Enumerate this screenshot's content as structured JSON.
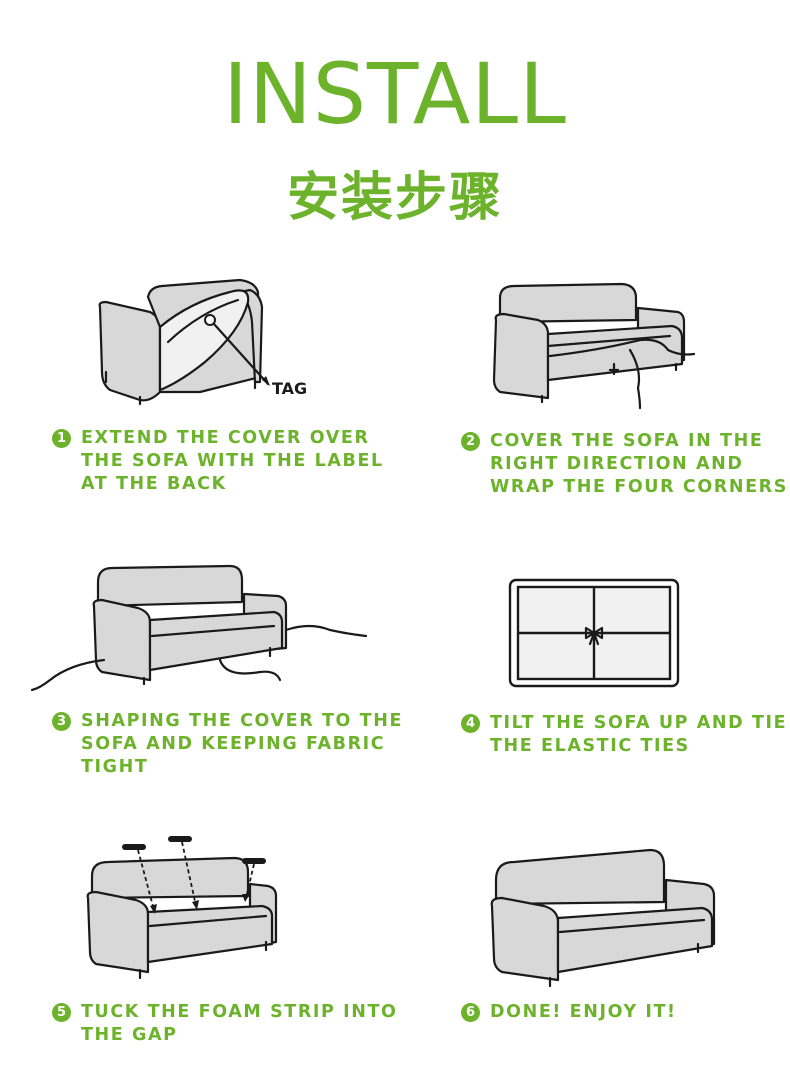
{
  "header": {
    "title": "INSTALL",
    "subtitle": "安装步骤"
  },
  "illustration_label": "TAG",
  "steps": [
    {
      "number": "1",
      "text": "EXTEND THE COVER OVER\nTHE SOFA WITH THE LABEL\nAT THE BACK"
    },
    {
      "number": "2",
      "text": "COVER THE SOFA IN THE\nRIGHT DIRECTION AND\nWRAP THE FOUR CORNERS"
    },
    {
      "number": "3",
      "text": "SHAPING THE COVER TO THE\nSOFA AND KEEPING FABRIC\nTIGHT"
    },
    {
      "number": "4",
      "text": "TILT THE SOFA UP AND TIE\nTHE ELASTIC TIES"
    },
    {
      "number": "5",
      "text": "TUCK THE FOAM STRIP INTO\nTHE GAP"
    },
    {
      "number": "6",
      "text": "DONE! ENJOY IT!"
    }
  ],
  "colors": {
    "accent": "#6cb32b",
    "sofa_fill": "#d8d8d8",
    "outline": "#1a1a1a"
  }
}
